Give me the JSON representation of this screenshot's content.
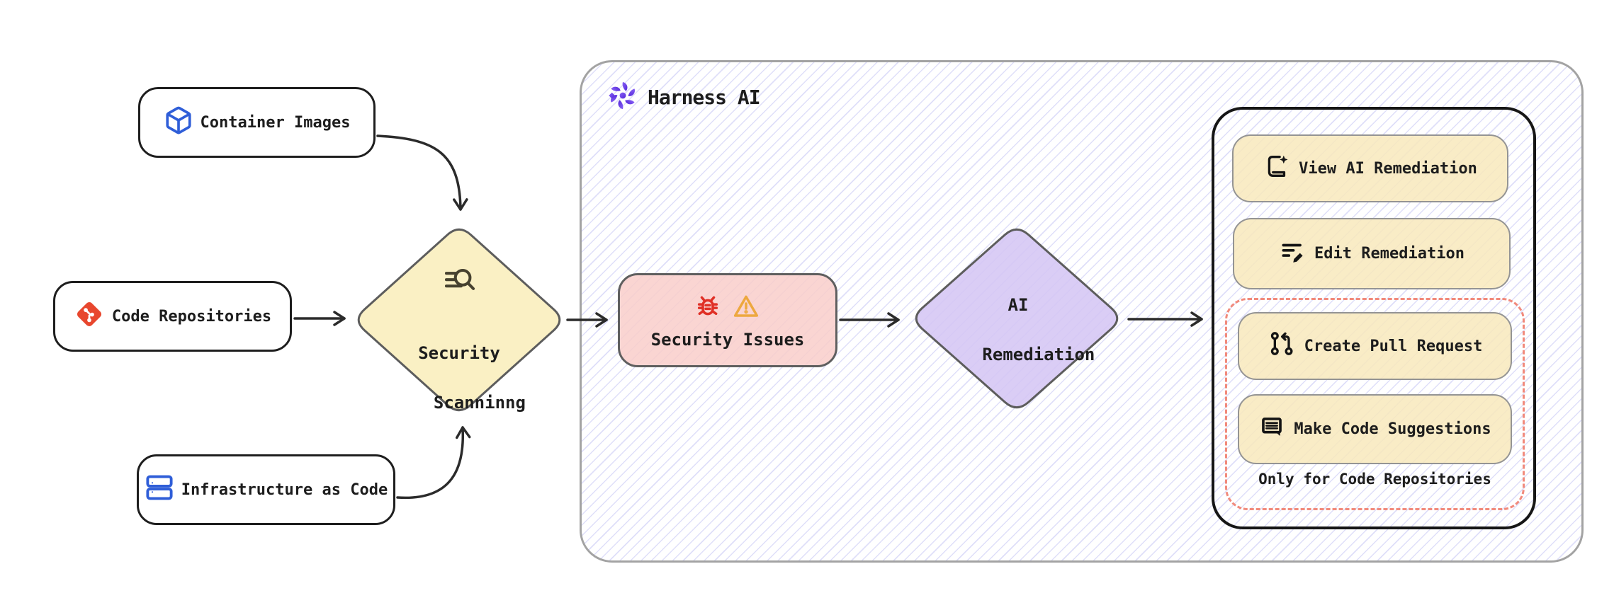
{
  "sources": [
    {
      "icon": "cube-icon",
      "label": "Container Images"
    },
    {
      "icon": "git-icon",
      "label": "Code Repositories"
    },
    {
      "icon": "server-stack-icon",
      "label": "Infrastructure as Code"
    }
  ],
  "scanning": {
    "icon": "search-list-icon",
    "line1": "Security",
    "line2": "Scanninng"
  },
  "harness": {
    "icon": "harness-ai-icon",
    "title": "Harness AI"
  },
  "issues": {
    "icons": [
      "bug-icon",
      "warning-icon"
    ],
    "label": "Security Issues"
  },
  "remediation": {
    "line1": "AI",
    "line2": "Remediation"
  },
  "actions": {
    "view": {
      "icon": "book-sparkle-icon",
      "label": "View AI Remediation"
    },
    "edit": {
      "icon": "edit-list-icon",
      "label": "Edit Remediation"
    },
    "create_pr": {
      "icon": "pull-request-icon",
      "label": "Create Pull Request"
    },
    "suggest": {
      "icon": "comment-lines-icon",
      "label": "Make Code Suggestions"
    },
    "note": "Only for Code Repositories"
  },
  "colors": {
    "accent_blue": "#2f5ed8",
    "git_orange": "#e8472e",
    "scanning_yellow": "#faf0c4",
    "button_yellow": "#f8e9bc",
    "issues_pink": "#f9ceca",
    "remediation_purple": "#d9cdf3",
    "dashed_red": "#f18a7c",
    "harness_purple": "#6a3df0",
    "bug_red": "#e03026",
    "warning_orange": "#eda83f",
    "hatch_lavender": "#8484e8",
    "arrow_dark": "#2b2b2b"
  }
}
